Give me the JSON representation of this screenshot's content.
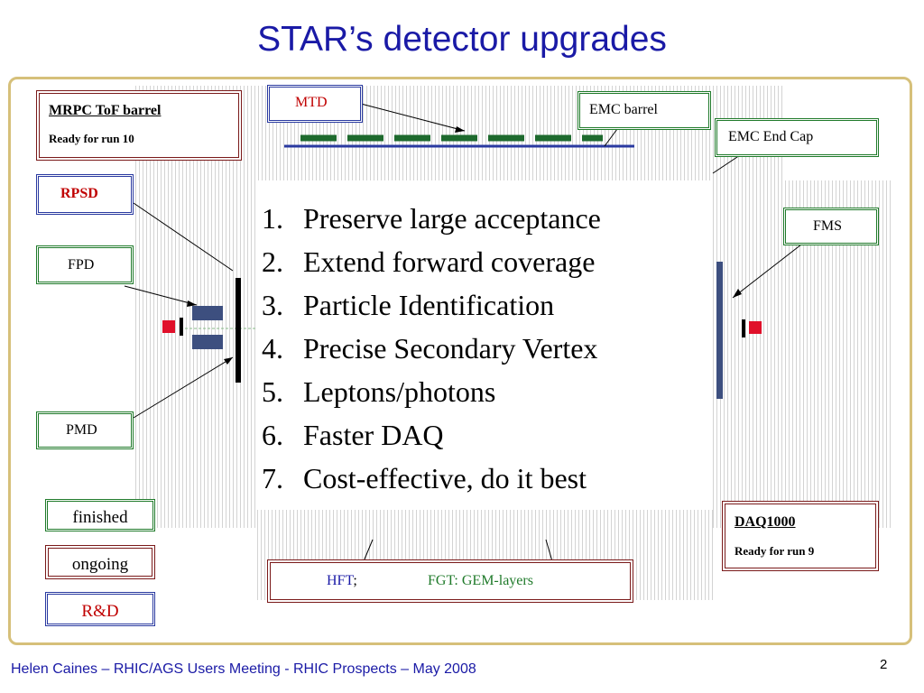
{
  "slide": {
    "title": "STAR’s detector upgrades",
    "footer_left": "Helen Caines – RHIC/AGS Users Meeting - ",
    "footer_right": "RHIC Prospects – May 2008",
    "page_number": "2"
  },
  "labels": {
    "mrpc_title": "MRPC ToF barrel",
    "mrpc_sub": "Ready for run 10",
    "mtd": "MTD",
    "emc_barrel": "EMC barrel",
    "emc_endcap": "EMC End Cap",
    "rpsd": "RPSD",
    "fms": "FMS",
    "fpd": "FPD",
    "pmd": "PMD",
    "daq_title": "DAQ1000",
    "daq_sub": "Ready for run 9",
    "hft": "HFT",
    "hft_sep": ";",
    "fgt": "FGT: GEM-layers"
  },
  "legend": {
    "finished": "finished",
    "ongoing": "ongoing",
    "rnd": "R&D"
  },
  "goals": [
    {
      "num": "1.",
      "text": "Preserve large acceptance"
    },
    {
      "num": "2.",
      "text": "Extend forward coverage"
    },
    {
      "num": "3.",
      "text": "Particle Identification"
    },
    {
      "num": "4.",
      "text": "Precise Secondary Vertex"
    },
    {
      "num": "5.",
      "text": "Leptons/photons"
    },
    {
      "num": "6.",
      "text": "Faster DAQ"
    },
    {
      "num": "7.",
      "text": "Cost-effective, do it best"
    }
  ],
  "colors": {
    "title": "#1a1aa6",
    "finished_border": "#1f7a2a",
    "ongoing_border": "#7a1a1a",
    "rnd_border": "#2a3aa0",
    "rpsd_text": "#c00000",
    "hft_text": "#1a1aa6",
    "fgt_text": "#1f7a2a",
    "detector_green": "#1e6a2e",
    "detector_blue": "#3d4f7f",
    "beam_red": "#e0102a"
  }
}
